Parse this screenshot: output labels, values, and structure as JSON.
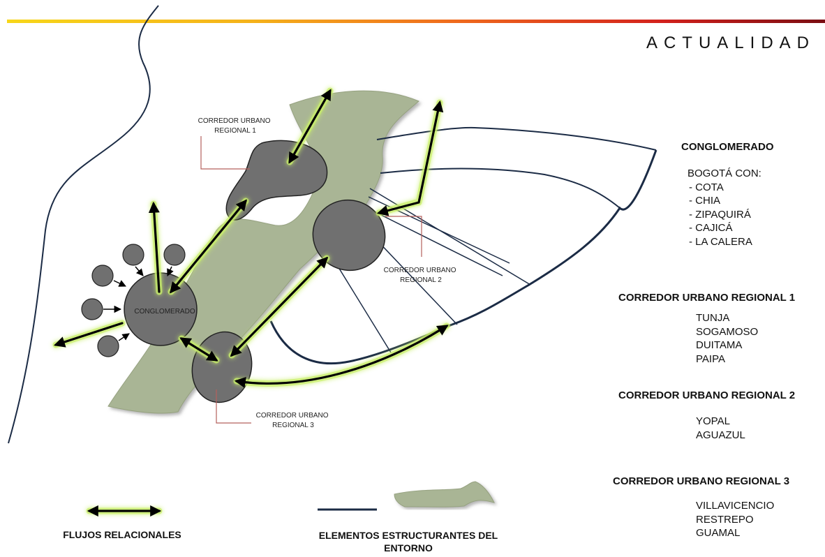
{
  "header": {
    "title": "ACTUALIDAD"
  },
  "map_labels": {
    "corredor_1": [
      "CORREDOR URBANO",
      "REGIONAL 1"
    ],
    "corredor_2": [
      "CORREDOR URBANO",
      "REGIONAL 2"
    ],
    "corredor_3": [
      "CORREDOR URBANO",
      "REGIONAL 3"
    ],
    "conglomerado": "CONGLOMERADO"
  },
  "sections": {
    "conglomerado": {
      "title": "CONGLOMERADO",
      "intro": "BOGOTÁ  CON:",
      "items": [
        "-  COTA",
        "-  CHIA",
        "-  ZIPAQUIRÁ",
        "-  CAJICÁ",
        "-  LA CALERA"
      ]
    },
    "corredor_1": {
      "title": "CORREDOR URBANO REGIONAL 1",
      "items": [
        "TUNJA",
        "SOGAMOSO",
        "DUITAMA",
        "PAIPA"
      ]
    },
    "corredor_2": {
      "title": "CORREDOR URBANO REGIONAL 2",
      "items": [
        "YOPAL",
        "AGUAZUL"
      ]
    },
    "corredor_3": {
      "title": "CORREDOR URBANO REGIONAL 3",
      "items": [
        "VILLAVICENCIO",
        "RESTREPO",
        "GUAMAL"
      ]
    }
  },
  "legend": {
    "flujos": "FLUJOS RELACIONALES",
    "elementos_line1": "ELEMENTOS ESTRUCTURANTES DEL",
    "elementos_line2": "ENTORNO"
  },
  "colors": {
    "region_fill": "#a9b595",
    "node_fill": "#707070",
    "structure_line": "#1b2b45",
    "flow_glow": "#c9ef6a",
    "label_leader": "#b5605c"
  }
}
